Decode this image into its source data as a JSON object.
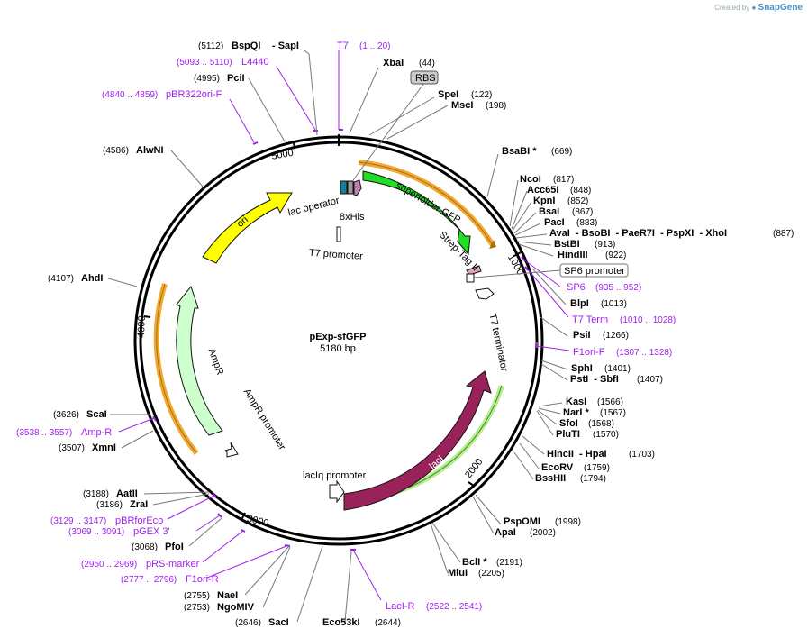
{
  "credit": {
    "prefix": "Created by",
    "brand": "SnapGene"
  },
  "center": {
    "name": "pExp-sfGFP",
    "size": "5180 bp"
  },
  "ticks": [
    "1000",
    "2000",
    "3000",
    "4000",
    "5000"
  ],
  "features": {
    "sfgfp": "superfolder GFP",
    "strep": "Strep-Tag II",
    "t7term": "T7 terminator",
    "laci": "lacI",
    "laciq": "lacIq promoter",
    "ampr": "AmpR",
    "ampr_prom": "AmpR promoter",
    "ori": "ori",
    "lacop": "lac operator",
    "his": "8xHis",
    "t7prom": "T7 promoter"
  },
  "boxed": {
    "rbs": "RBS",
    "sp6prom": "SP6 promoter"
  },
  "enzymes": [
    {
      "name": "BspQI",
      "pos": "(5112)"
    },
    {
      "name": "- SapI",
      "pos": ""
    },
    {
      "name": "XbaI",
      "pos": "(44)"
    },
    {
      "name": "SpeI",
      "pos": "(122)"
    },
    {
      "name": "MscI",
      "pos": "(198)"
    },
    {
      "name": "PciI",
      "pos": "(4995)"
    },
    {
      "name": "AlwNI",
      "pos": "(4586)"
    },
    {
      "name": "BsaBI *",
      "pos": "(669)"
    },
    {
      "name": "NcoI",
      "pos": "(817)"
    },
    {
      "name": "Acc65I",
      "pos": "(848)"
    },
    {
      "name": "KpnI",
      "pos": "(852)"
    },
    {
      "name": "BsaI",
      "pos": "(867)"
    },
    {
      "name": "PacI",
      "pos": "(883)"
    },
    {
      "name": "AvaI  - BsoBI  - PaeR7I  - PspXI  - XhoI",
      "pos": "(887)"
    },
    {
      "name": "BstBI",
      "pos": "(913)"
    },
    {
      "name": "HindIII",
      "pos": "(922)"
    },
    {
      "name": "BlpI",
      "pos": "(1013)"
    },
    {
      "name": "PsiI",
      "pos": "(1266)"
    },
    {
      "name": "SphI",
      "pos": "(1401)"
    },
    {
      "name": "PstI  - SbfI",
      "pos": "(1407)"
    },
    {
      "name": "KasI",
      "pos": "(1566)"
    },
    {
      "name": "NarI *",
      "pos": "(1567)"
    },
    {
      "name": "SfoI",
      "pos": "(1568)"
    },
    {
      "name": "PluTI",
      "pos": "(1570)"
    },
    {
      "name": "HincII  - HpaI",
      "pos": "(1703)"
    },
    {
      "name": "EcoRV",
      "pos": "(1759)"
    },
    {
      "name": "BssHII",
      "pos": "(1794)"
    },
    {
      "name": "PspOMI",
      "pos": "(1998)"
    },
    {
      "name": "ApaI",
      "pos": "(2002)"
    },
    {
      "name": "BclI *",
      "pos": "(2191)"
    },
    {
      "name": "MluI",
      "pos": "(2205)"
    },
    {
      "name": "Eco53kI",
      "pos": "(2644)"
    },
    {
      "name": "SacI",
      "pos": "(2646)"
    },
    {
      "name": "NgoMIV",
      "pos": "(2753)"
    },
    {
      "name": "NaeI",
      "pos": "(2755)"
    },
    {
      "name": "PfoI",
      "pos": "(3068)"
    },
    {
      "name": "ZraI",
      "pos": "(3186)"
    },
    {
      "name": "AatII",
      "pos": "(3188)"
    },
    {
      "name": "XmnI",
      "pos": "(3507)"
    },
    {
      "name": "ScaI",
      "pos": "(3626)"
    },
    {
      "name": "AhdI",
      "pos": "(4107)"
    }
  ],
  "primers": [
    {
      "name": "T7",
      "pos": "(1 .. 20)"
    },
    {
      "name": "L4440",
      "pos": "(5093 .. 5110)"
    },
    {
      "name": "pBR322ori-F",
      "pos": "(4840 .. 4859)"
    },
    {
      "name": "SP6",
      "pos": "(935 .. 952)"
    },
    {
      "name": "T7 Term",
      "pos": "(1010 .. 1028)"
    },
    {
      "name": "F1ori-F",
      "pos": "(1307 .. 1328)"
    },
    {
      "name": "LacI-R",
      "pos": "(2522 .. 2541)"
    },
    {
      "name": "F1ori-R",
      "pos": "(2777 .. 2796)"
    },
    {
      "name": "pRS-marker",
      "pos": "(2950 .. 2969)"
    },
    {
      "name": "pGEX 3'",
      "pos": "(3069 .. 3091)"
    },
    {
      "name": "pBRforEco",
      "pos": "(3129 .. 3147)"
    },
    {
      "name": "Amp-R",
      "pos": "(3538 .. 3557)"
    }
  ],
  "colors": {
    "sfgfp": "#22dd22",
    "laci": "#99225a",
    "ampr": "#ccffcc",
    "ori": "#ffff00",
    "orf": "#f0a830",
    "orf_green": "#88d858",
    "primer": "#a020f0"
  }
}
